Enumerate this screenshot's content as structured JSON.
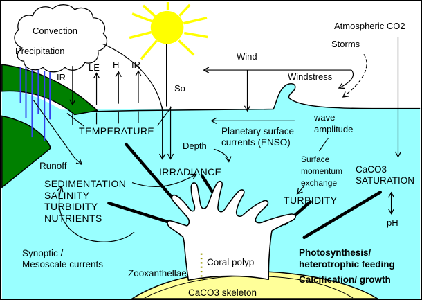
{
  "colors": {
    "sky": "#ffffff",
    "water": "#99ffff",
    "land": "#008000",
    "sun": "#ffff00",
    "skeleton_sand": "#ffff99",
    "rain": "#3344ee",
    "zooxanthellae_dots": "#999900",
    "ink": "#000000"
  },
  "atmosphere": {
    "convection": "Convection",
    "precipitation": "Precipitation",
    "ir_down": "IR",
    "latent_heat": "LE",
    "sensible_heat": "H",
    "ir_up": "IR",
    "solar": "So",
    "wind": "Wind",
    "windstress": "Windstress",
    "storms": "Storms",
    "atmospheric_co2": "Atmospheric CO2"
  },
  "ocean": {
    "temperature": "TEMPERATURE",
    "planetary_currents": "Planetary surface\ncurrents (ENSO)",
    "wave_amplitude": "wave\namplitude",
    "depth": "Depth",
    "irradiance": "IRRADIANCE",
    "surface_momentum": "Surface\nmomentum\nexchange",
    "caco3_saturation": "CaCO3\nSATURATION",
    "turbidity": "TURBIDITY",
    "runoff": "Runoff",
    "terrestrial_inputs": "SEDIMENTATION\nSALINITY\nTURBIDITY\nNUTRIENTS",
    "synoptic_currents": "Synoptic /\nMesoscale currents",
    "ph": "pH"
  },
  "reef": {
    "coral_polyp": "Coral polyp",
    "zooxanthellae": "Zooxanthellae",
    "caco3_skeleton": "CaCO3 skeleton",
    "photosynthesis": "Photosynthesis/\nheterotrophic feeding",
    "calcification": "Calcification/ growth"
  },
  "icons": {
    "sun-icon": "yellow disc with radiating rays",
    "cloud-icon": "scalloped cumulus outline",
    "rain-icon": "blue vertical streaks",
    "wave-icon": "breaking wave crest",
    "coral-polyp-icon": "white polyp hand silhouette",
    "skeleton-mound-icon": "pale yellow mound"
  }
}
